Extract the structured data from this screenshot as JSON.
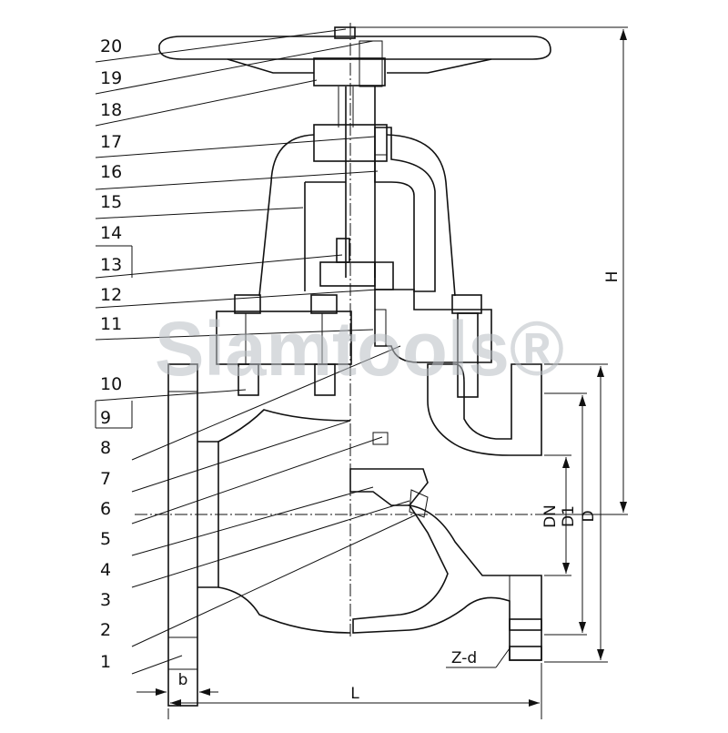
{
  "diagram": {
    "part_labels": [
      "20",
      "19",
      "18",
      "17",
      "16",
      "15",
      "14",
      "13",
      "12",
      "11",
      "10",
      "9",
      "8",
      "7",
      "6",
      "5",
      "4",
      "3",
      "2",
      "1"
    ],
    "dimension_labels": {
      "height": "H",
      "nominal_diameter": "DN",
      "bolt_circle": "D1",
      "flange_diameter": "D",
      "length": "L",
      "flange_thickness": "b",
      "bolt_holes": "Z-d"
    },
    "watermark": "Siamtools®"
  }
}
